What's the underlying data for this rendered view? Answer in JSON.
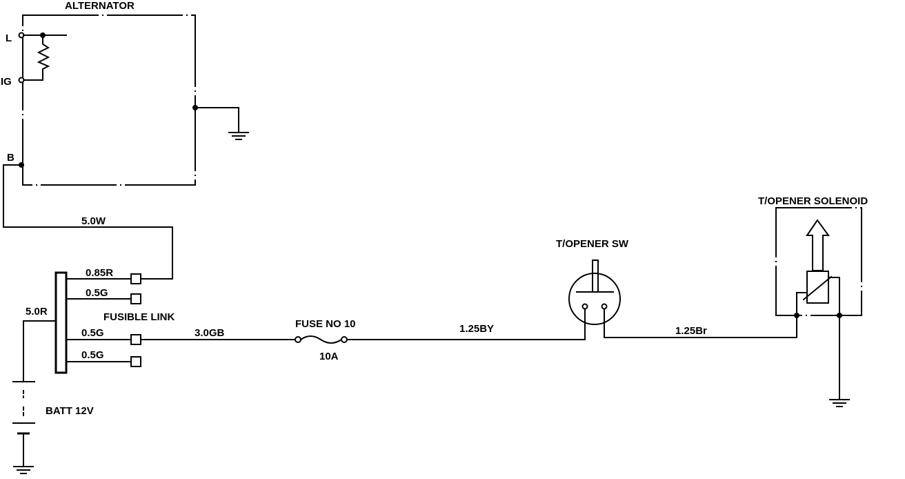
{
  "labels": {
    "alternator": "ALTERNATOR",
    "term_l": "L",
    "term_ig": "IG",
    "term_b": "B",
    "wire_5_0w": "5.0W",
    "wire_0_85r": "0.85R",
    "wire_0_5g_1": "0.5G",
    "wire_5_0r": "5.0R",
    "fusible_link": "FUSIBLE LINK",
    "wire_0_5g_2": "0.5G",
    "wire_3_0gb": "3.0GB",
    "wire_0_5g_3": "0.5G",
    "fuse_no_10": "FUSE NO 10",
    "fuse_10a": "10A",
    "batt": "BATT 12V",
    "topener_sw": "T/OPENER SW",
    "wire_1_25by": "1.25BY",
    "wire_1_25br": "1.25Br",
    "topener_solenoid": "T/OPENER SOLENOID"
  },
  "colors": {
    "line": "#000000",
    "background": "#ffffff"
  }
}
